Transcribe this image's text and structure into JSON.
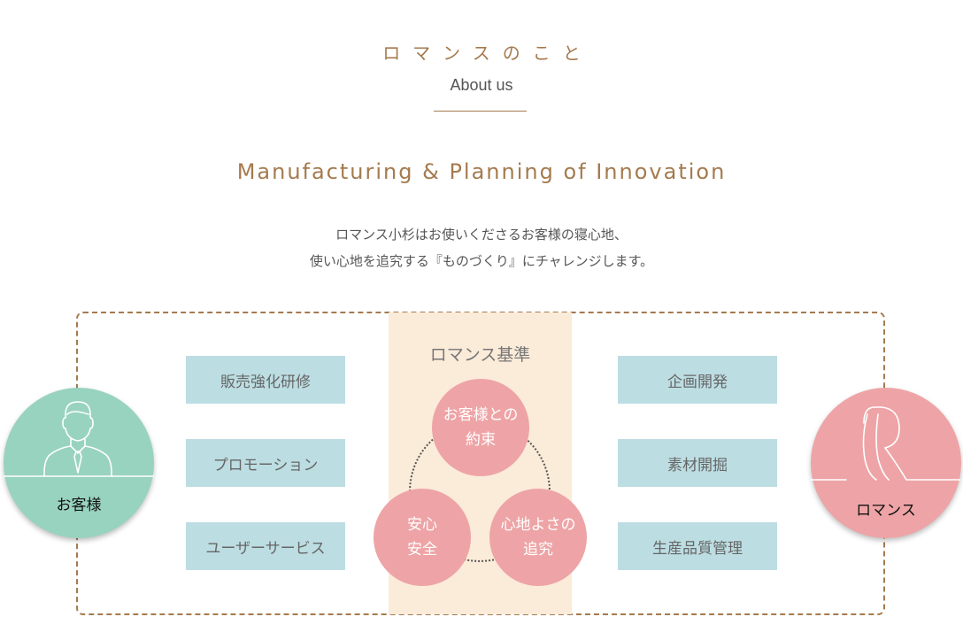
{
  "header": {
    "kana_title": "ロマンスのこと",
    "subtitle": "About us"
  },
  "headline": "Manufacturing & Planning of Innovation",
  "intro": {
    "line1": "ロマンス小杉はお使いくださるお客様の寝心地、",
    "line2": "使い心地を追究する『ものづくり』にチャレンジします。"
  },
  "diagram": {
    "customer": {
      "label": "お客様",
      "icon": "businessman-icon",
      "color": "#98d3bf"
    },
    "company": {
      "label": "ロマンス",
      "icon": "romance-r-logo-icon",
      "color": "#eea4a6"
    },
    "left_items": [
      "販売強化研修",
      "プロモーション",
      "ユーザーサービス"
    ],
    "right_items": [
      "企画開発",
      "素材開掘",
      "生産品質管理"
    ],
    "center": {
      "title": "ロマンス基準",
      "circles": [
        {
          "line1": "お客様との",
          "line2": "約束"
        },
        {
          "line1": "安心",
          "line2": "安全"
        },
        {
          "line1": "心地よさの",
          "line2": "追究"
        }
      ]
    },
    "colors": {
      "accent_brown": "#a57a4e",
      "box_blue": "#bcdde2",
      "center_beige": "#fbebd9",
      "pink": "#eea4a6",
      "mint": "#98d3bf"
    }
  }
}
